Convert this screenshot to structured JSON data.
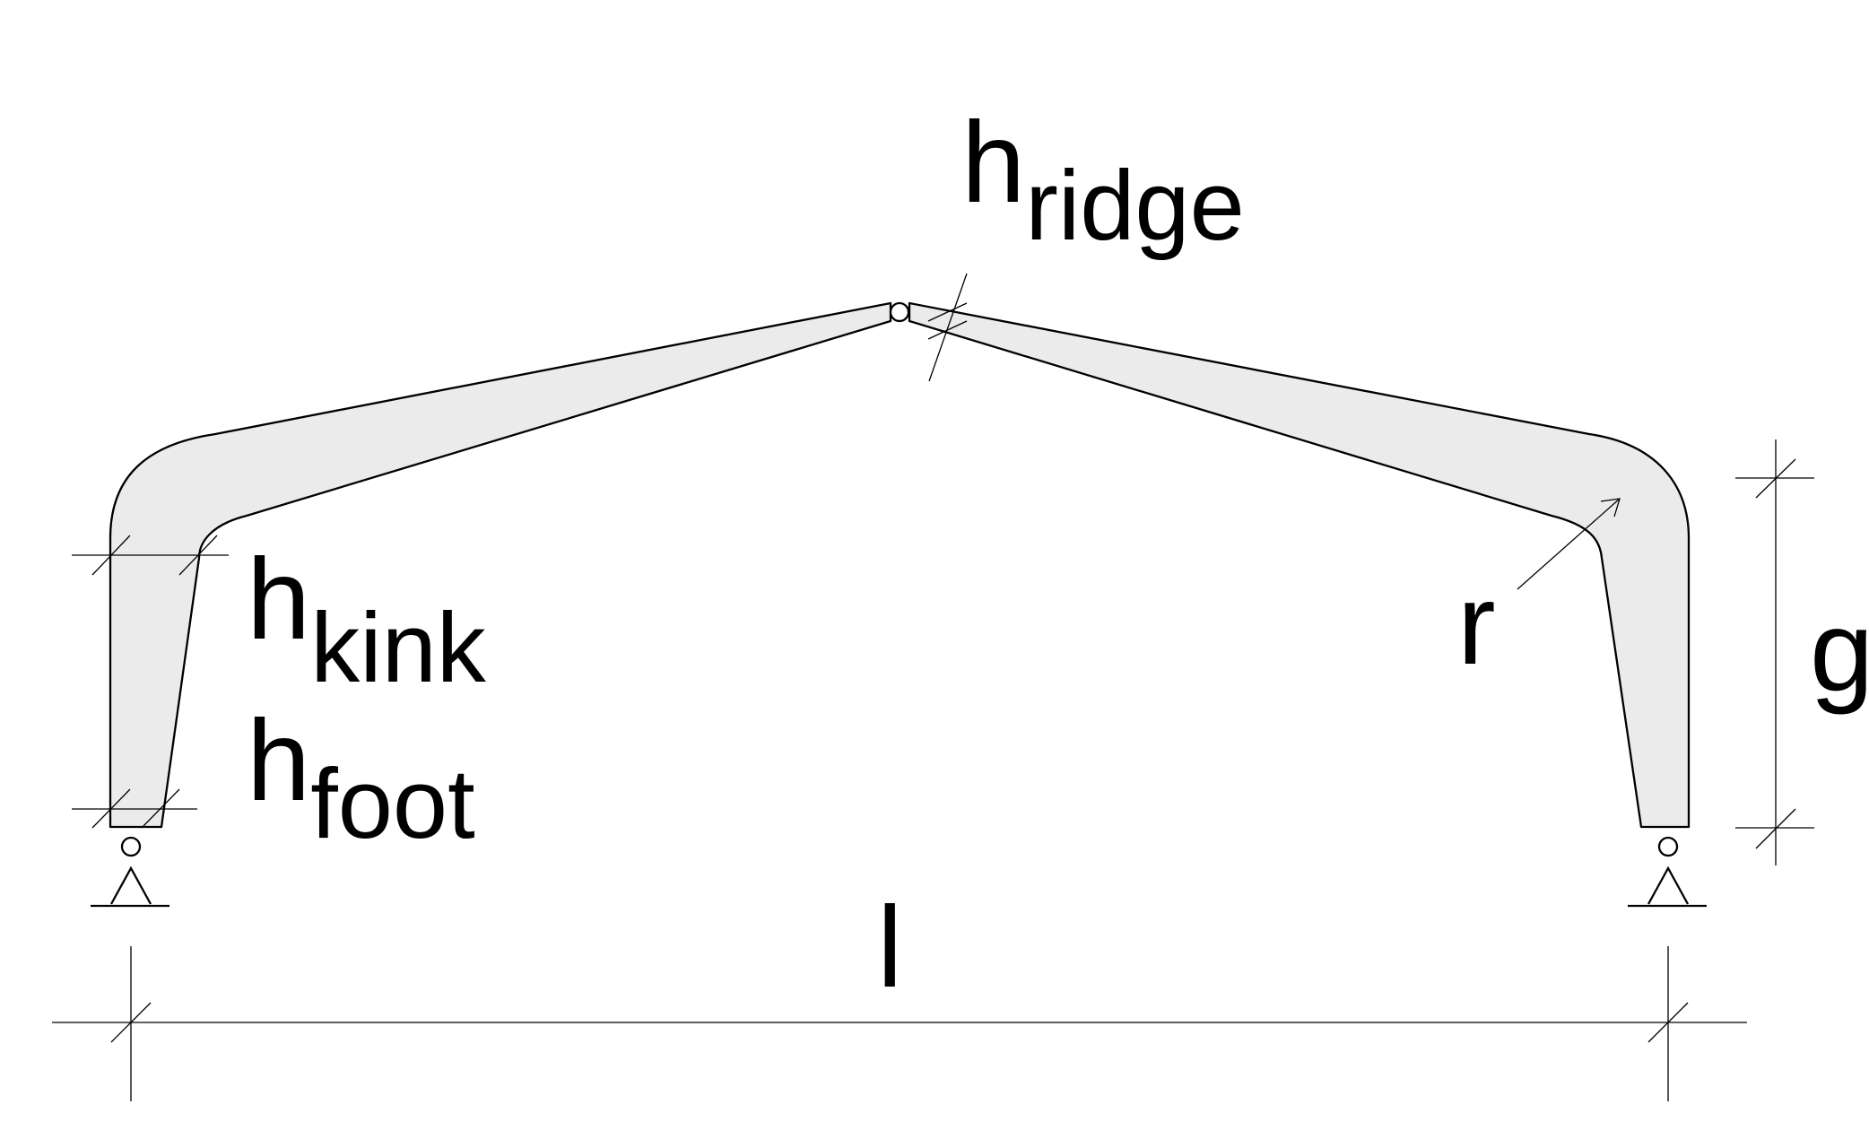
{
  "diagram": {
    "labels": {
      "ridge": {
        "main": "h",
        "sub": "ridge"
      },
      "kink": {
        "main": "h",
        "sub": "kink"
      },
      "foot": {
        "main": "h",
        "sub": "foot"
      },
      "radius": "r",
      "eaves_height": "g",
      "span": "l"
    }
  }
}
